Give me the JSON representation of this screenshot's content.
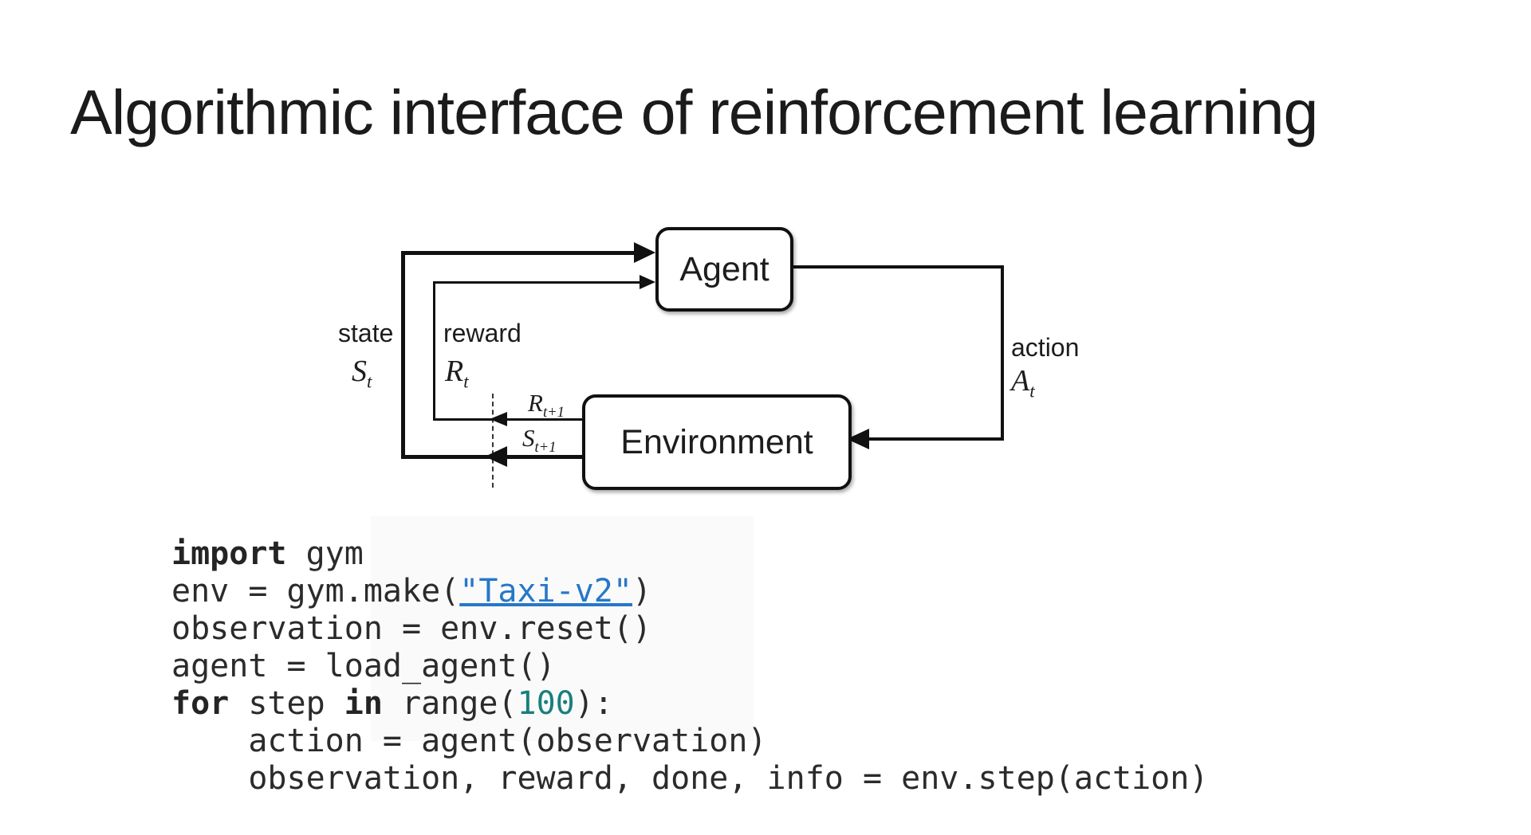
{
  "slide": {
    "title": "Algorithmic interface of reinforcement learning"
  },
  "diagram": {
    "agent_label": "Agent",
    "environment_label": "Environment",
    "state_label": "state",
    "state_symbol": "S",
    "state_sub": "t",
    "reward_label": "reward",
    "reward_symbol": "R",
    "reward_sub": "t",
    "action_label": "action",
    "action_symbol": "A",
    "action_sub": "t",
    "next_reward_symbol": "R",
    "next_reward_sub": "t+1",
    "next_state_symbol": "S",
    "next_state_sub": "t+1"
  },
  "code": {
    "colors": {
      "keyword": "#242424",
      "link": "#2677c8",
      "number": "#197f7e",
      "text": "#2b2b2b"
    },
    "lines": [
      [
        {
          "t": "import",
          "c": "kw"
        },
        {
          "t": " gym"
        }
      ],
      [
        {
          "t": "env = gym.make("
        },
        {
          "t": "\"Taxi-v2\"",
          "c": "lnk"
        },
        {
          "t": ")"
        }
      ],
      [
        {
          "t": "observation = env.reset()"
        }
      ],
      [
        {
          "t": "agent = load_agent()"
        }
      ],
      [
        {
          "t": "for",
          "c": "kw"
        },
        {
          "t": " step "
        },
        {
          "t": "in",
          "c": "kw"
        },
        {
          "t": " range("
        },
        {
          "t": "100",
          "c": "num"
        },
        {
          "t": "):"
        }
      ],
      [
        {
          "t": "    action = agent(observation)"
        }
      ],
      [
        {
          "t": "    observation, reward, done, info = env.step(action)"
        }
      ]
    ]
  }
}
